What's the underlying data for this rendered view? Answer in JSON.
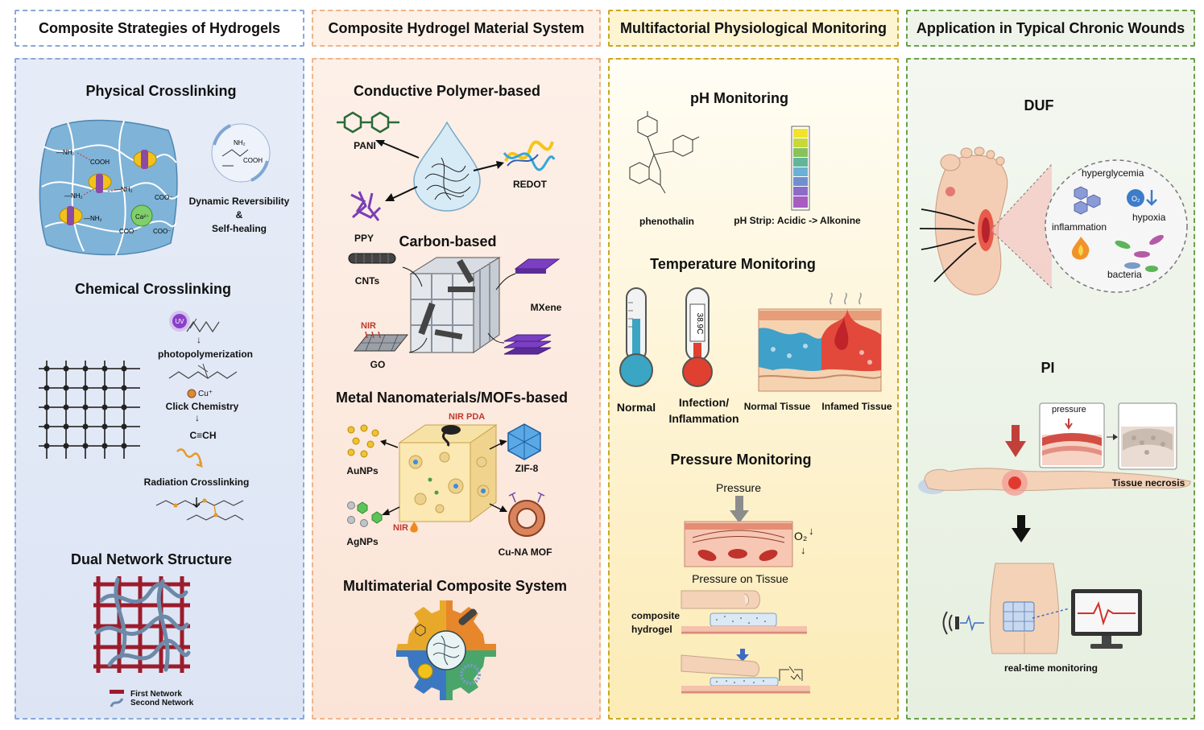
{
  "col1": {
    "header": "Composite Strategies of Hydrogels",
    "physical": {
      "title": "Physical Crosslinking",
      "caption_1": "Dynamic Reversibility",
      "caption_amp": "&",
      "caption_2": "Self-healing"
    },
    "chemical": {
      "title": "Chemical Crosslinking",
      "step_1": "photopolymerization",
      "catalyst": "Cu⁺",
      "step_2": "Click Chemistry",
      "alkyne": "C≡CH",
      "step_3": "Radiation Crosslinking",
      "uv": "UV"
    },
    "dual": {
      "title": "Dual Network Structure",
      "legend_1": "First Network",
      "legend_2": "Second Network"
    }
  },
  "col2": {
    "header": "Composite Hydrogel Material System",
    "conductive": {
      "title": "Conductive Polymer-based",
      "pani": "PANI",
      "redot": "REDOT",
      "ppy": "PPY"
    },
    "carbon": {
      "title": "Carbon-based",
      "cnts": "CNTs",
      "mxene": "MXene",
      "nir": "NIR",
      "go": "GO"
    },
    "metal": {
      "title": "Metal Nanomaterials/MOFs-based",
      "nir_pda": "NIR PDA",
      "aunps": "AuNPs",
      "zif8": "ZIF-8",
      "agnps": "AgNPs",
      "nir": "NIR",
      "cuna": "Cu-NA MOF"
    },
    "multi": {
      "title": "Multimaterial Composite System"
    }
  },
  "col3": {
    "header": "Multifactorial Physiological Monitoring",
    "ph": {
      "title": "pH Monitoring",
      "molecule": "phenothalin",
      "strip": "pH Strip: Acidic -> Alkonine"
    },
    "temp": {
      "title": "Temperature Monitoring",
      "normal": "Normal",
      "infection_1": "Infection/",
      "infection_2": "Inflammation",
      "normal_tissue": "Normal Tissue",
      "inflamed_tissue": "Infamed Tissue",
      "reading": "38.9C"
    },
    "pressure": {
      "title": "Pressure Monitoring",
      "label": "Pressure",
      "on_tissue": "Pressure on Tissue",
      "o2": "O₂",
      "composite_1": "composite",
      "composite_2": "hydrogel"
    }
  },
  "col4": {
    "header": "Application in Typical Chronic Wounds",
    "duf": {
      "title": "DUF",
      "hyperglycemia": "hyperglycemia",
      "hypoxia": "hypoxia",
      "inflammation": "inflammation",
      "bacteria": "bacteria",
      "o2": "O₂"
    },
    "pi": {
      "title": "PI",
      "pressure": "pressure",
      "necrosis": "Tissue necrosis",
      "monitoring": "real-time monitoring"
    }
  },
  "colors": {
    "col1_border": "#8aa8d6",
    "col1_bg": "#e3e9f6",
    "col2_border": "#efb48a",
    "col2_bg": "#fbe7dc",
    "col3_border": "#c9a820",
    "col3_bg": "#fdf2cf",
    "col4_border": "#6aa04a",
    "col4_bg": "#e9f1e3"
  }
}
